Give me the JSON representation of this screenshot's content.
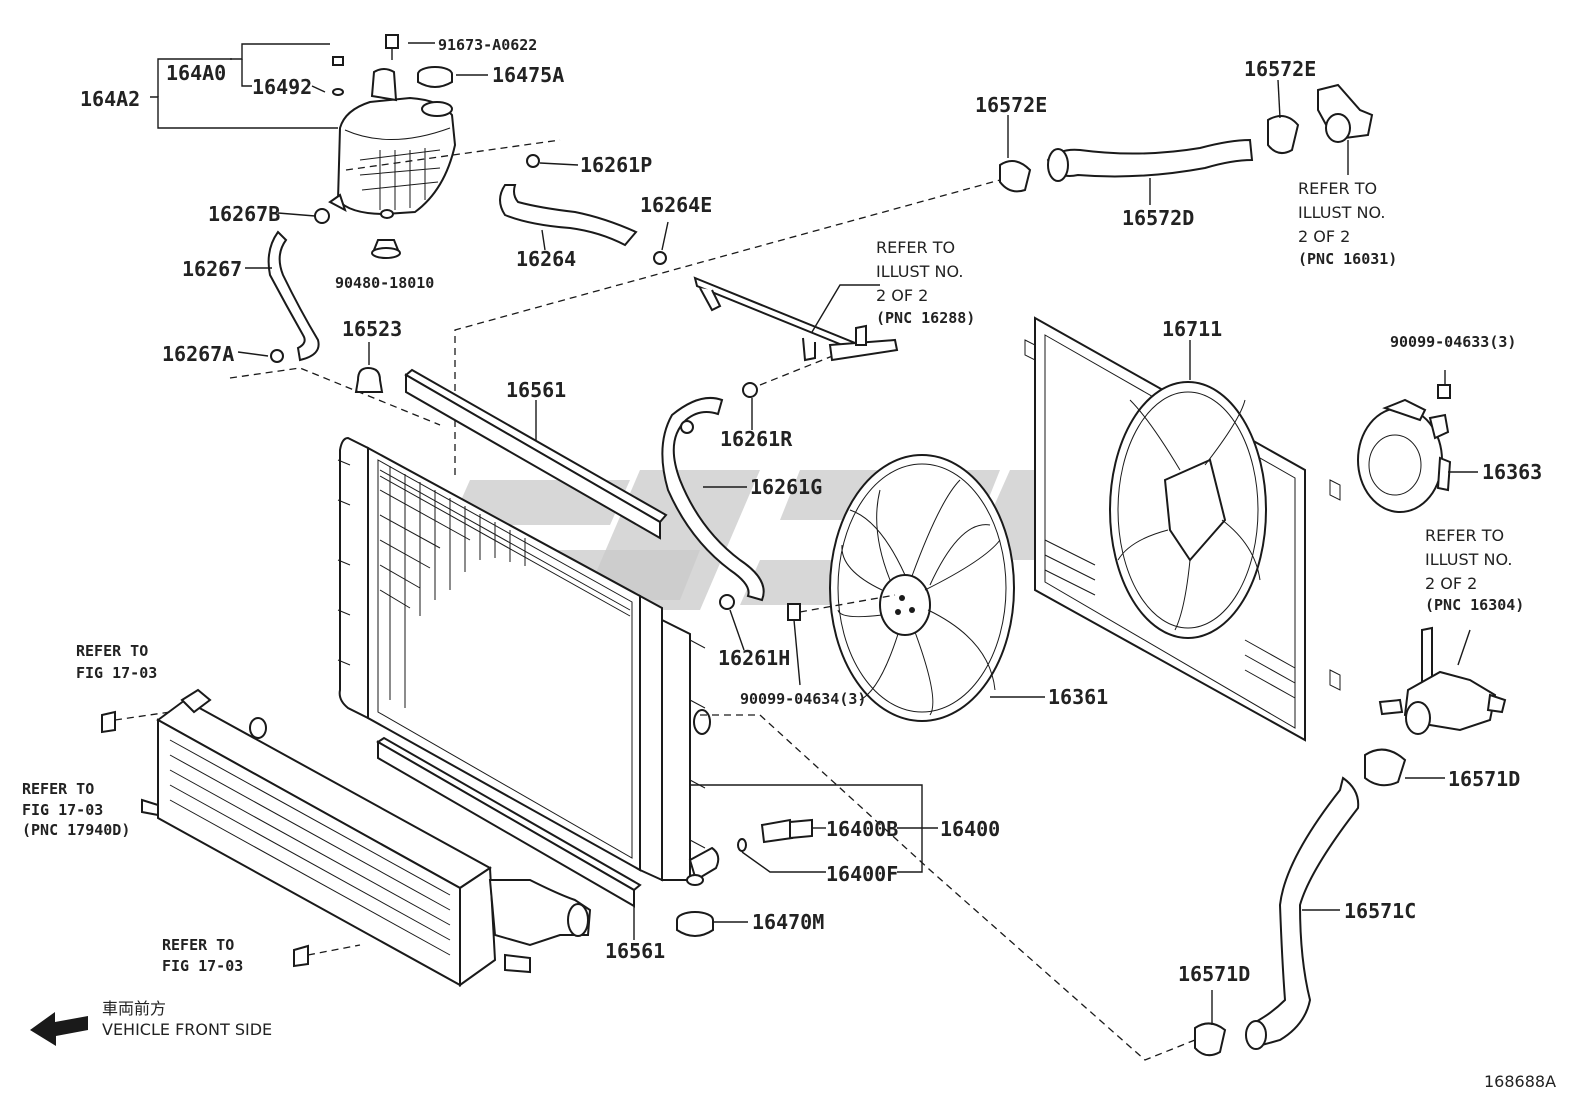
{
  "labels": {
    "l164A0": "164A0",
    "l164A2": "164A2",
    "l16492": "16492",
    "l91673": "91673-A0622",
    "l16475A": "16475A",
    "l16261P": "16261P",
    "l16267B": "16267B",
    "l16267": "16267",
    "l90480": "90480-18010",
    "l16264": "16264",
    "l16264E": "16264E",
    "l16523": "16523",
    "l16267A": "16267A",
    "l16561_top": "16561",
    "l16561_bot": "16561",
    "l16261R": "16261R",
    "l16261G": "16261G",
    "l16261H": "16261H",
    "l90099_34": "90099-04634(3)",
    "l16361": "16361",
    "l16711": "16711",
    "l90099_33": "90099-04633(3)",
    "l16363": "16363",
    "l16572E_a": "16572E",
    "l16572E_b": "16572E",
    "l16572D": "16572D",
    "l16571D_a": "16571D",
    "l16571D_b": "16571D",
    "l16571C": "16571C",
    "l16400B": "16400B",
    "l16400": "16400",
    "l16400F": "16400F",
    "l16470M": "16470M"
  },
  "refs": {
    "r1": [
      "REFER TO",
      "ILLUST NO.",
      "2 OF 2",
      "(PNC 16031)"
    ],
    "r2": [
      "REFER TO",
      "ILLUST NO.",
      "2 OF 2",
      "(PNC 16288)"
    ],
    "r3": [
      "REFER TO",
      "ILLUST NO.",
      "2 OF 2",
      "(PNC 16304)"
    ],
    "r4": [
      "REFER TO",
      "FIG 17-03"
    ],
    "r5": [
      "REFER TO",
      "FIG 17-03",
      "(PNC 17940D)"
    ],
    "r6": [
      "REFER TO",
      "FIG 17-03"
    ]
  },
  "front": {
    "jp": "車両前方",
    "en": "VEHICLE FRONT SIDE"
  },
  "illust_no": "168688A"
}
